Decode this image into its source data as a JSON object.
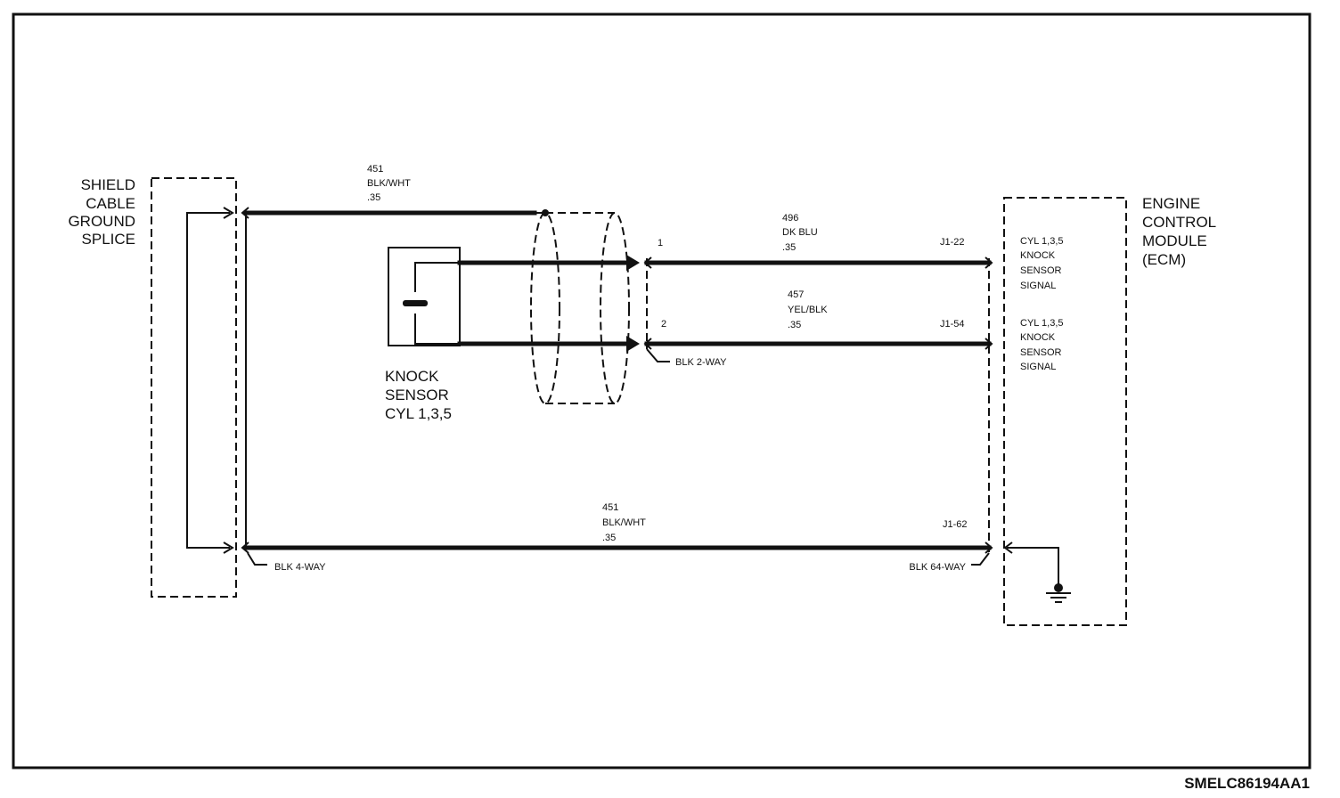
{
  "shield_ground": {
    "lines": [
      "SHIELD",
      "CABLE",
      "GROUND",
      "SPLICE"
    ]
  },
  "ecm": {
    "lines": [
      "ENGINE",
      "CONTROL",
      "MODULE",
      "(ECM)"
    ],
    "signal_1": [
      "CYL 1,3,5",
      "KNOCK",
      "SENSOR",
      "SIGNAL"
    ],
    "signal_2": [
      "CYL 1,3,5",
      "KNOCK",
      "SENSOR",
      "SIGNAL"
    ]
  },
  "knock_sensor": {
    "lines": [
      "KNOCK",
      "SENSOR",
      "CYL 1,3,5"
    ]
  },
  "wires": {
    "shield_drain": [
      "451",
      "BLK/WHT",
      ".35"
    ],
    "signal_high": [
      "496",
      "DK BLU",
      ".35"
    ],
    "signal_low": [
      "457",
      "YEL/BLK",
      ".35"
    ],
    "ground_return": [
      "451",
      "BLK/WHT",
      ".35"
    ]
  },
  "pins": {
    "pin1": "1",
    "pin2": "2",
    "j1_22": "J1-22",
    "j1_54": "J1-54",
    "j1_62": "J1-62"
  },
  "connectors": {
    "blk_2way": "BLK 2-WAY",
    "blk_4way": "BLK 4-WAY",
    "blk_64way": "BLK 64-WAY"
  },
  "figure_id": "SMELC86194AA1"
}
